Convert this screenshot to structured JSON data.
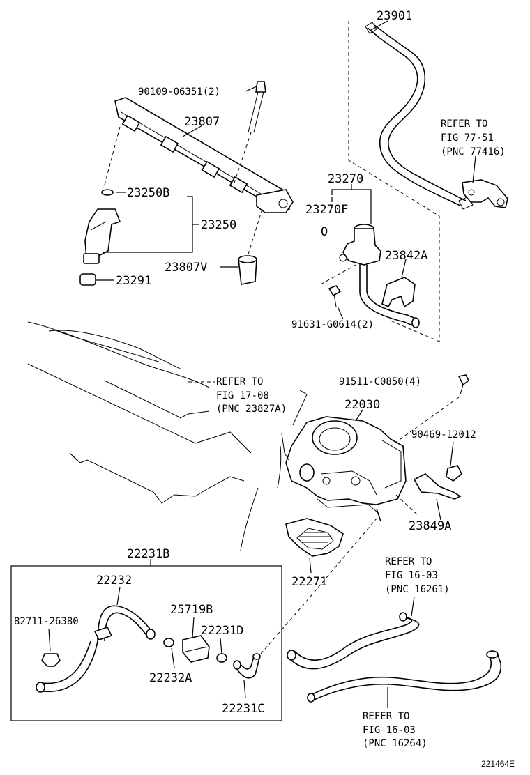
{
  "diagram": {
    "parts": {
      "p23901": "23901",
      "p90109": "90109-06351(2)",
      "p23807": "23807",
      "p23250B": "23250B",
      "p23250": "23250",
      "p23807V": "23807V",
      "p23291": "23291",
      "p23270": "23270",
      "p23270F": "23270F",
      "p23842A": "23842A",
      "p91631": "91631-G0614(2)",
      "p91511": "91511-C0850(4)",
      "p22030": "22030",
      "p90469": "90469-12012",
      "p23849A": "23849A",
      "p22271": "22271",
      "p22231B": "22231B",
      "p22232": "22232",
      "p82711": "82711-26380",
      "p25719B": "25719B",
      "p22231D": "22231D",
      "p22232A": "22232A",
      "p22231C": "22231C"
    },
    "refs": {
      "r1": {
        "line1": "REFER TO",
        "line2": "FIG 77-51",
        "line3": "(PNC 77416)"
      },
      "r2": {
        "line1": "REFER TO",
        "line2": "FIG 17-08",
        "line3": "(PNC 23827A)"
      },
      "r3": {
        "line1": "REFER TO",
        "line2": "FIG 16-03",
        "line3": "(PNC 16261)"
      },
      "r4": {
        "line1": "REFER TO",
        "line2": "FIG 16-03",
        "line3": "(PNC 16264)"
      }
    },
    "o_ring_mark": "O",
    "drawing_id": "221464E"
  }
}
